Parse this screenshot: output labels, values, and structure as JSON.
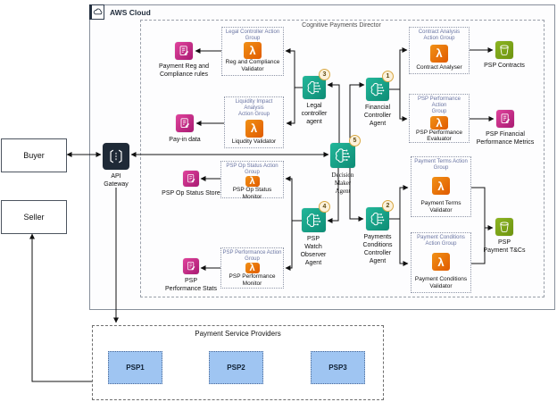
{
  "header": {
    "aws_cloud_label": "AWS Cloud"
  },
  "director": {
    "title": "Cognitive Payments Director"
  },
  "actors": {
    "buyer": "Buyer",
    "seller": "Seller"
  },
  "api_gateway": {
    "label": "API\nGateway"
  },
  "agents": {
    "legal": {
      "label": "Legal\ncontroller\nagent",
      "badge": "3"
    },
    "financial": {
      "label": "Financial\nController\nAgent",
      "badge": "1"
    },
    "decision": {
      "label": "Decision\nMaker\nAgent",
      "badge": "5"
    },
    "watch": {
      "label": "PSP\nWatch\nObserver\nAgent",
      "badge": "4"
    },
    "payments": {
      "label": "Payments\nConditions\nController\nAgent",
      "badge": "2"
    }
  },
  "action_groups": {
    "legal": {
      "title": "Legal Controller Action Group",
      "label": "Reg and Compliance\nValidator"
    },
    "liquidity": {
      "title": "Liquidity Impact Analysis\nAction Group",
      "label": "Liqudity Validator"
    },
    "contract": {
      "title": "Contract Analysis\nAction Group",
      "label": "Contract Analyser"
    },
    "psp_performance": {
      "title": "PSP Performance Action\nGroup",
      "label": "PSP Performance\nEvaluator"
    },
    "payment_terms": {
      "title": "Payment Terms Action\nGroup",
      "label": "Payment Terms Validator"
    },
    "payment_conditions": {
      "title": "Payment Conditions\nAction Group",
      "label": "Payment Conditions\nValidator"
    },
    "psp_op_status": {
      "title": "PSP Op Status Action Group",
      "label": "PSP Op Status Monitor"
    },
    "psp_perf_monitor": {
      "title": "PSP Performance Action\nGroup",
      "label": "PSP Performance Monitor"
    }
  },
  "stores": {
    "payment_reg": "Payment Reg and\nCompliance rules",
    "payin": "Pay-in data",
    "psp_contracts": "PSP Contracts",
    "psp_fin_metrics": "PSP Financial\nPerformance Metrics",
    "psp_tcs": "PSP\nPayment T&Cs",
    "psp_op_store": "PSP Op Status Store",
    "psp_perf_stats": "PSP\nPerformance Stats"
  },
  "psp_section": {
    "title": "Payment Service Providers",
    "items": [
      "PSP1",
      "PSP2",
      "PSP3"
    ]
  },
  "icons": {
    "lambda_glyph": "λ"
  },
  "colors": {
    "lambda_orange": "#ED7100",
    "agent_teal": "#149D86",
    "store_magenta": "#CC2277",
    "bucket_green": "#7AA116",
    "api_gateway_navy": "#1F2A37",
    "psp_blue": "#9FC5F2",
    "badge_fill": "#FBF1DC",
    "badge_border": "#D9A741"
  }
}
